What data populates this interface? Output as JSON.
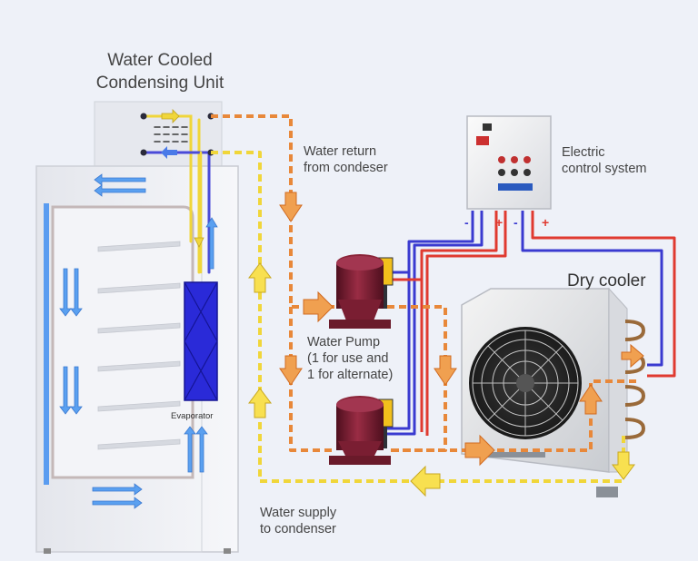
{
  "labels": {
    "unit_title_line1": "Water Cooled",
    "unit_title_line2": "Condensing Unit",
    "water_return_line1": "Water return",
    "water_return_line2": "from condeser",
    "electric_line1": "Electric",
    "electric_line2": "control system",
    "dry_cooler": "Dry cooler",
    "pump_line1": "Water Pump",
    "pump_line2": "(1 for use and",
    "pump_line3": "1 for alternate)",
    "evaporator": "Evaporator",
    "supply_line1": "Water supply",
    "supply_line2": "to condenser"
  },
  "terminals": {
    "t1": "-",
    "t2": "+",
    "t3": "-",
    "t4": "+"
  },
  "colors": {
    "background": "#eef1f8",
    "return_pipe": "#e8883a",
    "supply_pipe": "#f0d63a",
    "positive_wire": "#e03a30",
    "negative_wire": "#3a3ad0",
    "evaporator": "#2a2ad8",
    "air_flow_arrow": "#5aa0f0",
    "pump_body": "#7a1e32"
  },
  "icons": [
    "water-cooled-condensing-unit-icon",
    "display-cabinet-icon",
    "evaporator-coil-icon",
    "water-pump-icon",
    "electric-control-box-icon",
    "dry-cooler-fan-icon",
    "flow-arrow-icon"
  ]
}
